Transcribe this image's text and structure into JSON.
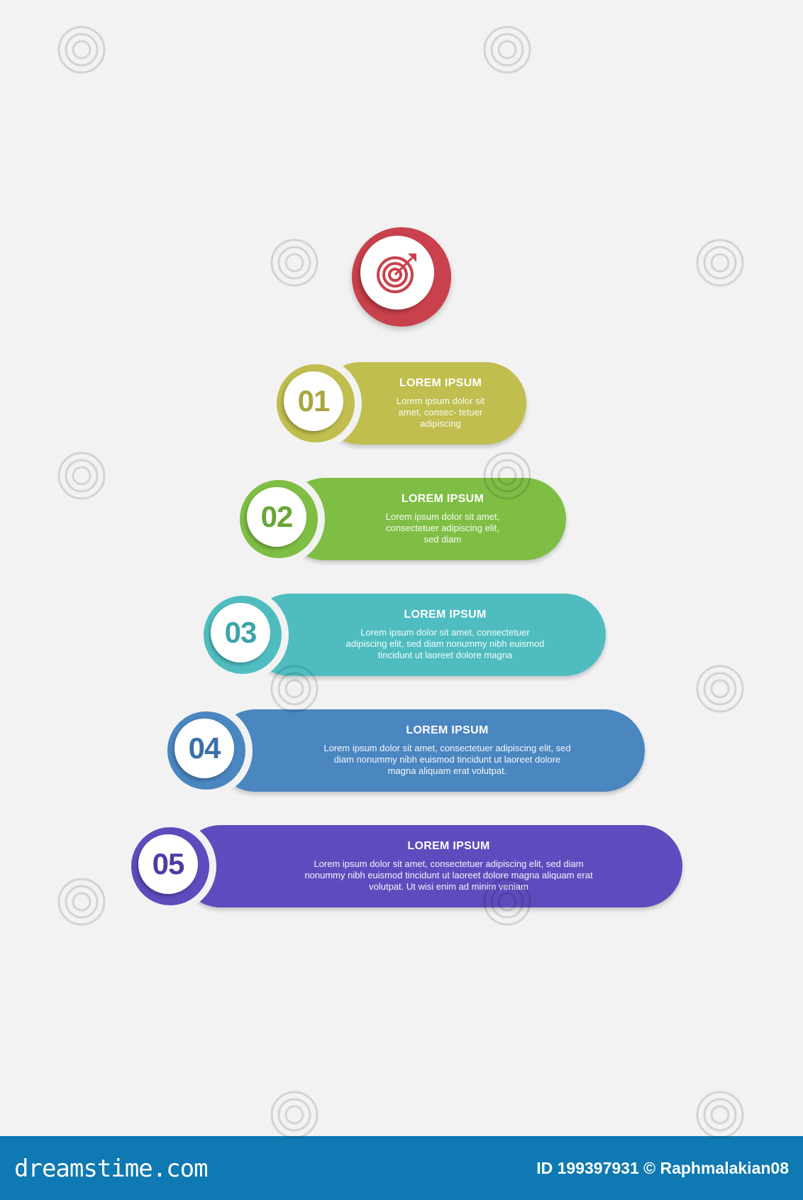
{
  "goal": {
    "icon": "target-icon",
    "color": "#c9414c"
  },
  "steps": [
    {
      "num": "01",
      "title": "LOREM IPSUM",
      "text": "Lorem ipsum dolor sit amet, consec- tetuer adipiscing",
      "color": "#bfbe4e",
      "dark": "#a8a63c"
    },
    {
      "num": "02",
      "title": "LOREM IPSUM",
      "text": "Lorem ipsum dolor sit amet, consectetuer adipiscing elit, sed diam",
      "color": "#7fbe44",
      "dark": "#69a535"
    },
    {
      "num": "03",
      "title": "LOREM IPSUM",
      "text": "Lorem ipsum dolor sit amet, consectetuer adipiscing elit, sed diam nonummy nibh euismod tincidunt ut laoreet dolore magna",
      "color": "#4fbdc0",
      "dark": "#3ea4a8"
    },
    {
      "num": "04",
      "title": "LOREM IPSUM",
      "text": "Lorem ipsum dolor sit amet, consectetuer adipiscing elit, sed diam nonummy nibh euismod tincidunt ut laoreet dolore magna aliquam erat volutpat.",
      "color": "#4a86c0",
      "dark": "#3b70a6"
    },
    {
      "num": "05",
      "title": "LOREM IPSUM",
      "text": "Lorem ipsum dolor sit amet, consectetuer adipiscing elit, sed diam nonummy nibh euismod tincidunt ut laoreet dolore magna aliquam erat volutpat. Ut wisi enim ad minim veniam",
      "color": "#5f4bbd",
      "dark": "#4e3ba3"
    }
  ],
  "footer": {
    "logo": "dreamstime.com",
    "id": "ID 199397931 © Raphmalakian08"
  }
}
